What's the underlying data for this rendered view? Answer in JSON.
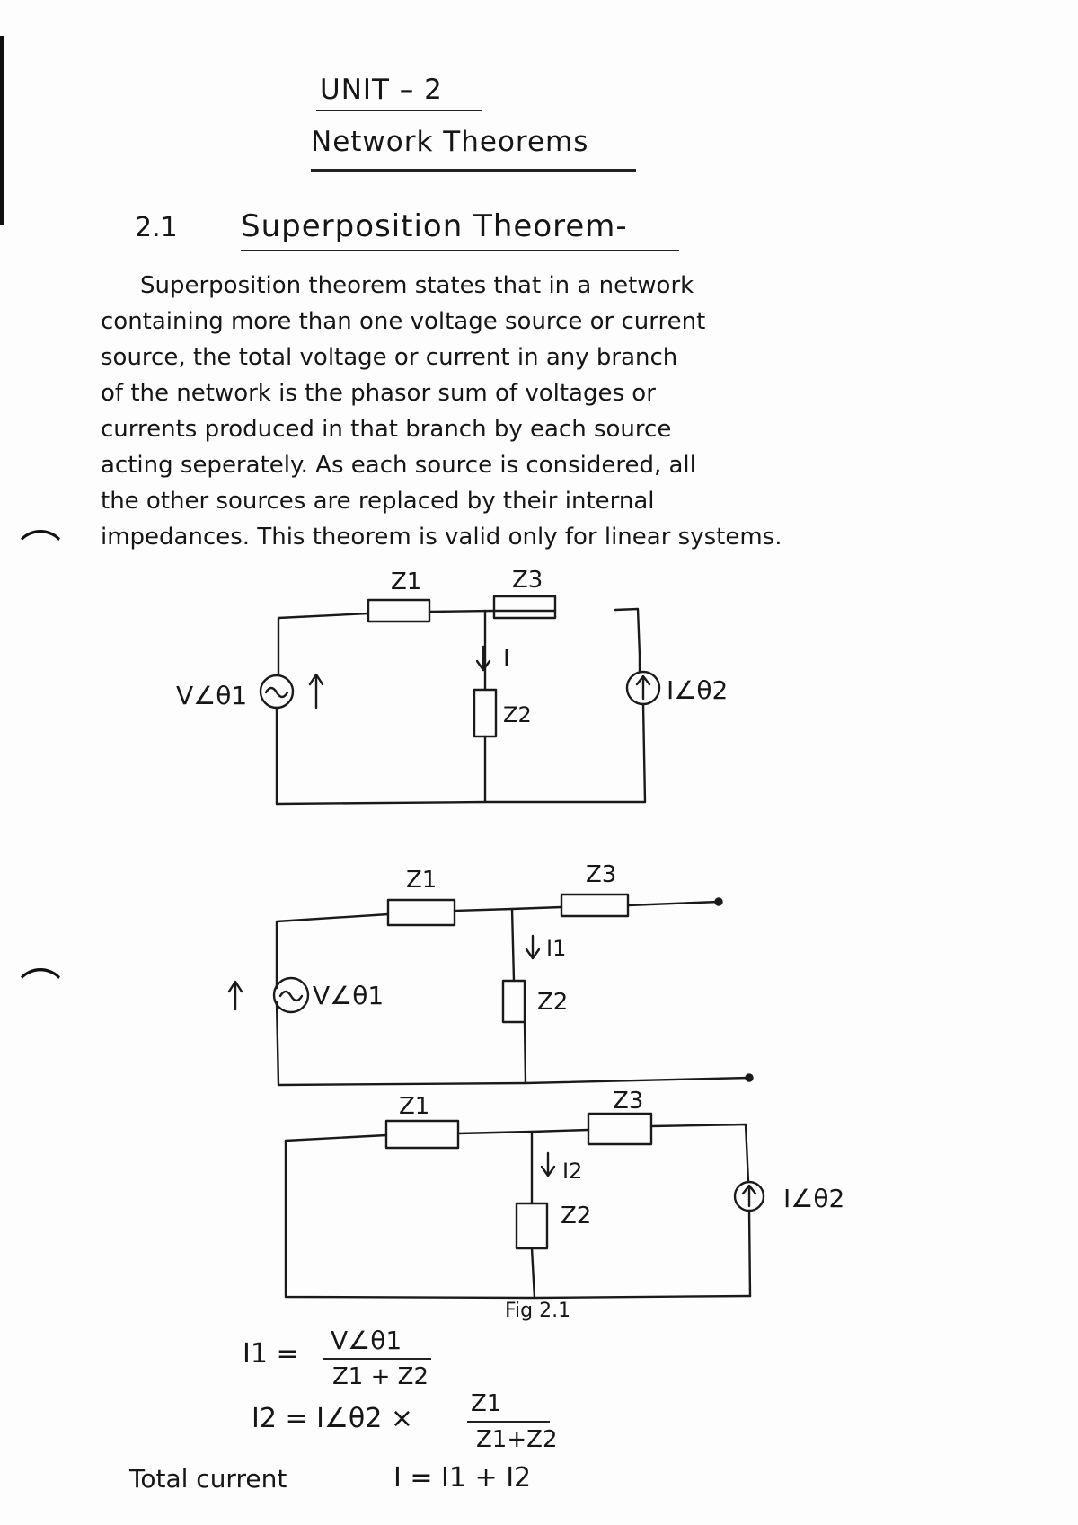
{
  "header": {
    "unit": "UNIT – 2",
    "chapter": "Network Theorems"
  },
  "section": {
    "number": "2.1",
    "title": "Superposition Theorem-"
  },
  "paragraph": {
    "lines": [
      "Superposition theorem states that in a network",
      "containing more than one voltage source or current",
      "source, the total voltage or current in any branch",
      "of the network is the phasor sum of voltages or",
      "currents produced in that branch by each source",
      "acting seperately. As each source is considered, all",
      "the other sources are replaced by their internal",
      "impedances. This theorem is valid only for linear systems."
    ]
  },
  "circuit_1": {
    "z1": "Z1",
    "z3": "Z3",
    "z2": "Z2",
    "current": "I",
    "voltage_source": "V∠θ1",
    "current_source": "I∠θ2"
  },
  "circuit_2": {
    "z1": "Z1",
    "z3": "Z3",
    "z2": "Z2",
    "current": "I1",
    "voltage_source": "V∠θ1"
  },
  "circuit_3": {
    "z1": "Z1",
    "z3": "Z3",
    "z2": "Z2",
    "current": "I2",
    "current_source": "I∠θ2"
  },
  "figure_caption": "Fig 2.1",
  "equations": {
    "i1_lhs": "I1 =",
    "i1_num": "V∠θ1",
    "i1_den": "Z1 + Z2",
    "i2_lhs": "I2 = I∠θ2 ×",
    "i2_num": "Z1",
    "i2_den": "Z1+Z2",
    "total_label": "Total current",
    "total_eq": "I = I1 + I2"
  }
}
